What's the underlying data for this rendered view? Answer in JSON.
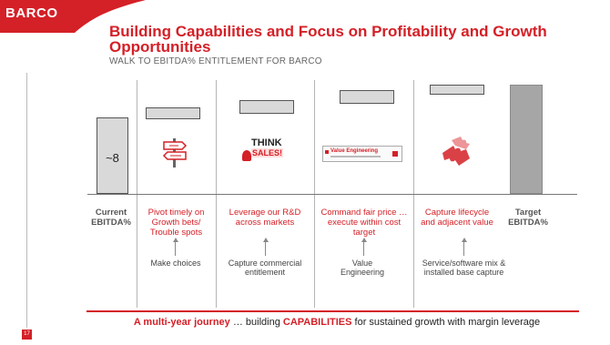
{
  "brand": {
    "logo": "BARCO",
    "accent": "#d42027"
  },
  "title": "Building Capabilities and Focus on Profitability and Growth Opportunities",
  "subtitle": "WALK TO EBITDA% ENTITLEMENT FOR BARCO",
  "chart": {
    "current_value_label": "~8",
    "columns": [
      {
        "label": "Current EBITDA%",
        "driver": ""
      },
      {
        "label": "Pivot timely on Growth bets/ Trouble spots",
        "driver": "Make choices"
      },
      {
        "label": "Leverage our R&D across markets",
        "driver": "Capture commercial entitlement"
      },
      {
        "label": "Command fair price … execute within cost target",
        "driver": "Value Engineering"
      },
      {
        "label": "Capture lifecycle and adjacent value",
        "driver": "Service/software mix & installed base capture"
      },
      {
        "label": "Target EBITDA%",
        "driver": ""
      }
    ],
    "icons": {
      "think_sales_top": "THINK",
      "think_sales_bottom": "SALES!",
      "value_engineering": "Value Engineering"
    }
  },
  "footer": {
    "lead": "A multi-year journey",
    "mid": " … building ",
    "bold": "CAPABILITIES",
    "tail": " for sustained growth with margin leverage"
  },
  "page_number": "17"
}
